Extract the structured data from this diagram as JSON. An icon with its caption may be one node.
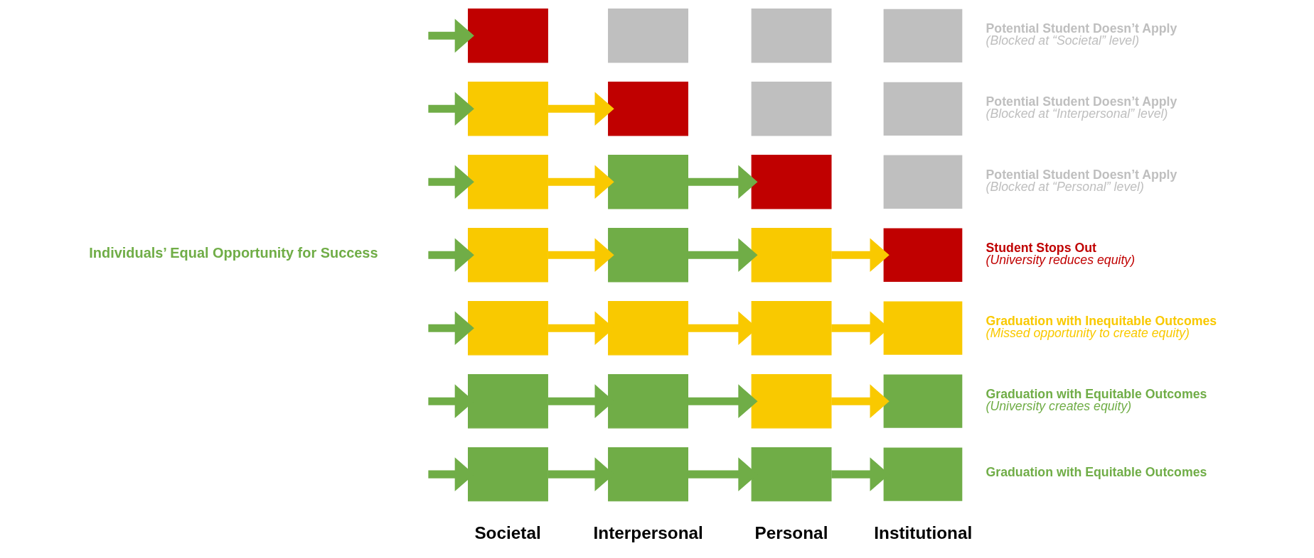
{
  "diagram": {
    "nodes": [
      {
        "text": [],
        "shape": "box"
      },
      {
        "text": [],
        "shape": "box"
      },
      {
        "text": [],
        "shape": "box"
      },
      {
        "text": [],
        "shape": "box",
        "beside": [
          "Graduation with Equitable Outcomes"
        ]
      },
      {
        "text": [],
        "shape": "box"
      },
      {
        "text": [],
        "shape": "box"
      },
      {
        "text": [],
        "shape": "box"
      },
      {
        "text": [],
        "shape": "box",
        "beside": [
          "Graduation with Equitable Outcomes",
          "(University creates equity)"
        ]
      },
      {
        "text": [],
        "shape": "box"
      },
      {
        "text": [],
        "shape": "box"
      },
      {
        "text": [],
        "shape": "box"
      },
      {
        "text": [],
        "shape": "box",
        "beside": [
          "Graduation with Inequitable Outcomes",
          "(Missed opportunity to create equity)"
        ]
      },
      {
        "text": [],
        "shape": "box"
      },
      {
        "text": [],
        "shape": "box"
      },
      {
        "text": [],
        "shape": "box"
      },
      {
        "text": [],
        "shape": "box",
        "beside": [
          "Student Stops Out",
          "(University reduces equity)"
        ]
      },
      {
        "text": [],
        "shape": "box"
      },
      {
        "text": [],
        "shape": "box"
      },
      {
        "text": [],
        "shape": "box"
      },
      {
        "text": [],
        "shape": "box",
        "beside": [
          "Potential Student Doesn’t Apply",
          "(Blocked at “Personal” level)"
        ]
      },
      {
        "text": [],
        "shape": "box"
      },
      {
        "text": [],
        "shape": "box"
      },
      {
        "text": [],
        "shape": "box"
      },
      {
        "text": [],
        "shape": "box",
        "beside": [
          "Potential Student Doesn’t Apply",
          "(Blocked at “Interpersonal” level)"
        ]
      },
      {
        "text": [],
        "shape": "box"
      },
      {
        "text": [],
        "shape": "box"
      },
      {
        "text": [],
        "shape": "box"
      },
      {
        "text": [],
        "shape": "box",
        "beside": [
          "Potential Student Doesn’t Apply",
          "(Blocked at “Societal” level)"
        ]
      }
    ],
    "edges": [
      {
        "from": null,
        "to": 0,
        "arrow": "to"
      },
      {
        "from": 0,
        "to": 1,
        "arrow": "to"
      },
      {
        "from": 1,
        "to": 2,
        "arrow": "to"
      },
      {
        "from": 2,
        "to": 3,
        "arrow": "to"
      },
      {
        "from": null,
        "to": 4,
        "arrow": "to"
      },
      {
        "from": 4,
        "to": 5,
        "arrow": "to"
      },
      {
        "from": 5,
        "to": 6,
        "arrow": "to"
      },
      {
        "from": 6,
        "to": 7,
        "arrow": "to",
        "color": "#f9c900"
      },
      {
        "from": null,
        "to": 8,
        "arrow": "to"
      },
      {
        "from": 8,
        "to": 9,
        "arrow": "to",
        "color": "#f9c900"
      },
      {
        "from": 9,
        "to": 10,
        "arrow": "to",
        "color": "#f9c900"
      },
      {
        "from": 10,
        "to": 11,
        "arrow": "to",
        "color": "#f9c900"
      },
      {
        "from": null,
        "to": 12,
        "arrow": "to"
      },
      {
        "from": 12,
        "to": 13,
        "arrow": "to",
        "color": "#f9c900"
      },
      {
        "from": 13,
        "to": 14,
        "arrow": "to"
      },
      {
        "from": 14,
        "to": 15,
        "arrow": "to",
        "color": "#f9c900"
      },
      {
        "from": null,
        "to": 16,
        "arrow": "to"
      },
      {
        "from": 16,
        "to": 17,
        "arrow": "to",
        "color": "#f9c900"
      },
      {
        "from": 17,
        "to": 18,
        "arrow": "to"
      },
      {
        "from": null,
        "to": 20,
        "arrow": "to"
      },
      {
        "from": 20,
        "to": 21,
        "arrow": "to",
        "color": "#f9c900"
      },
      {
        "from": null,
        "to": 24,
        "arrow": "to"
      }
    ],
    "labels": [
      "Societal",
      "Interpersonal",
      "Personal",
      "Institutional",
      "Individuals’ Equal Opportunity for Success"
    ]
  }
}
